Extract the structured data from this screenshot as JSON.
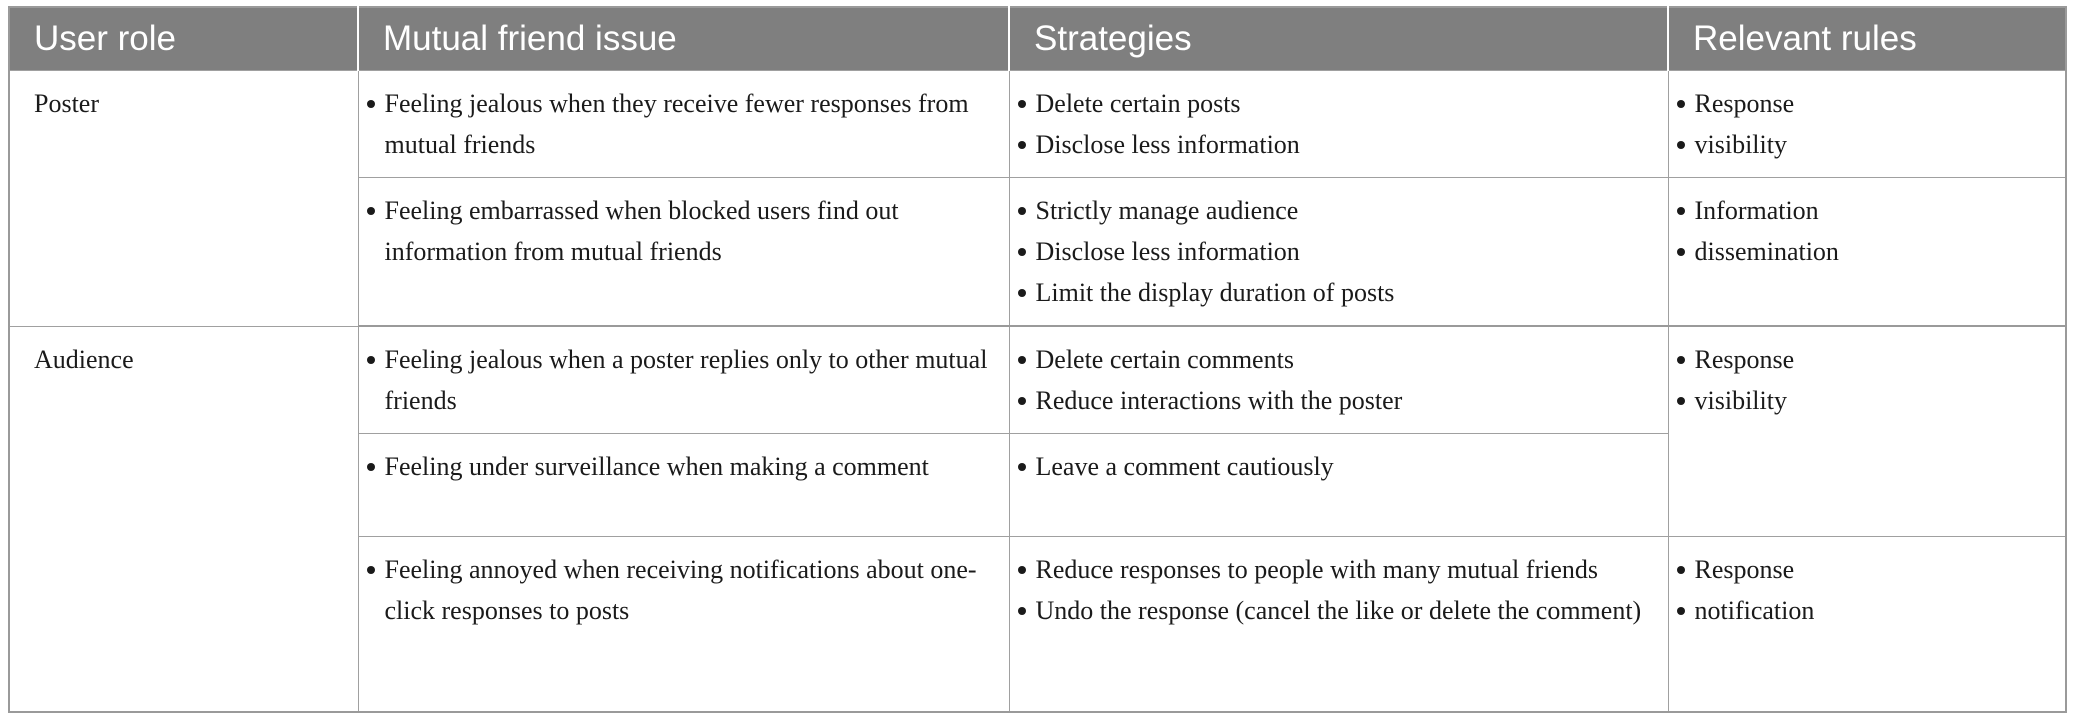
{
  "table": {
    "headers": [
      "User role",
      "Mutual friend issue",
      "Strategies",
      "Relevant rules"
    ],
    "rows": [
      {
        "role": "Poster",
        "issue": [
          "Feeling jealous when they receive fewer responses from mutual friends"
        ],
        "strategies": [
          "Delete certain posts",
          "Disclose less information"
        ],
        "rules": [
          "Response",
          "visibility"
        ]
      },
      {
        "issue": [
          "Feeling embarrassed when blocked users find out information from mutual friends"
        ],
        "strategies": [
          "Strictly manage audience",
          "Disclose less information",
          "Limit the display duration of posts"
        ],
        "rules": [
          "Information",
          "dissemination"
        ]
      },
      {
        "role": "Audience",
        "issue": [
          "Feeling jealous when a poster replies only to other mutual friends"
        ],
        "strategies": [
          "Delete certain comments",
          "Reduce interactions with the poster"
        ],
        "rules": [
          "Response",
          "visibility"
        ]
      },
      {
        "issue": [
          "Feeling under surveillance when making a comment"
        ],
        "strategies": [
          "Leave a comment cautiously"
        ]
      },
      {
        "issue": [
          "Feeling annoyed when receiving notifications about one-click responses to posts"
        ],
        "strategies": [
          "Reduce responses to people with many mutual friends",
          "Undo the response (cancel the like or delete the comment)"
        ],
        "rules": [
          "Response",
          "notification"
        ]
      }
    ]
  }
}
